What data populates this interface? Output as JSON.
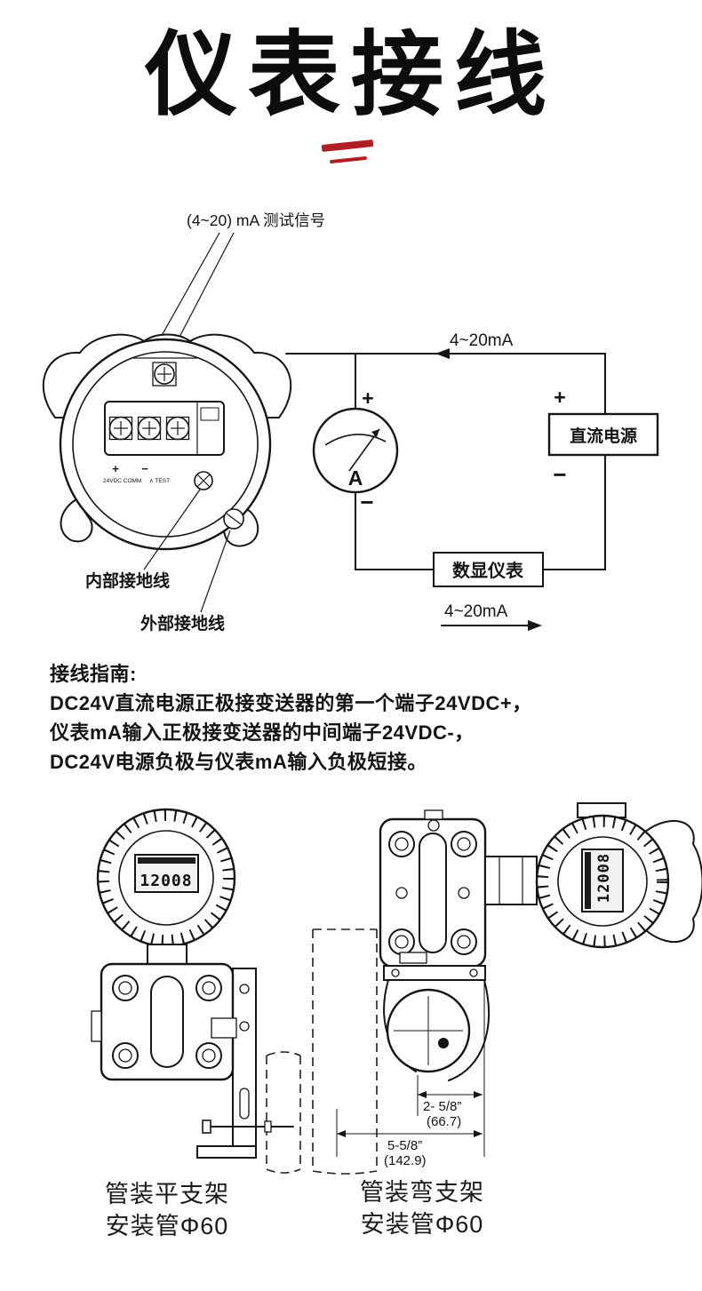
{
  "page": {
    "title": "仪表接线"
  },
  "colors": {
    "accent_red": "#b01f24",
    "ink": "#141414"
  },
  "wiring": {
    "test_signal": "(4~20) mA 测试信号",
    "loop_top": "4~20mA",
    "loop_bottom": "4~20mA",
    "plus": "+",
    "minus": "−",
    "ammeter_symbol": "A",
    "dc_power": "直流电源",
    "digital_meter": "数显仪表",
    "internal_ground": "内部接地线",
    "external_ground": "外部接地线",
    "term_plus": "+",
    "term_minus": "−",
    "term_text1": "24VDC COMM",
    "term_text2": "∧ TEST"
  },
  "guide": {
    "heading": "接线指南:",
    "lines": [
      "DC24V直流电源正极接变送器的第一个端子24VDC+，",
      "仪表mA输入正极接变送器的中间端子24VDC-，",
      "DC24V电源负极与仪表mA输入负极短接。"
    ]
  },
  "mounting": {
    "left": {
      "lcd": "12008",
      "caption1": "管装平支架",
      "caption2": "安装管Φ60"
    },
    "right": {
      "lcd": "12008",
      "caption1": "管装弯支架",
      "caption2": "安装管Φ60"
    },
    "dims": {
      "d1_inch": "2- 5/8”",
      "d1_mm": "(66.7)",
      "d2_inch": "5-5/8”",
      "d2_mm": "(142.9)"
    }
  }
}
